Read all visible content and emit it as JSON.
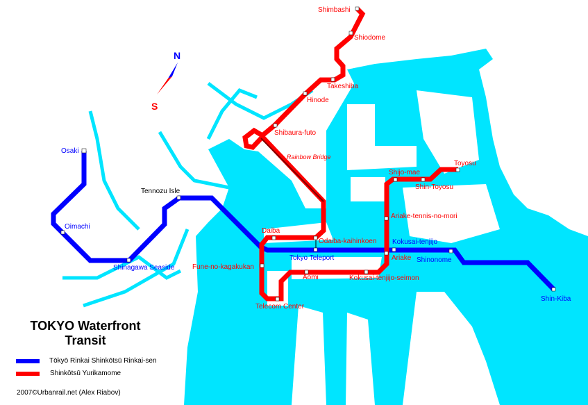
{
  "title": [
    "TOKYO Waterfront",
    "Transit"
  ],
  "legend": [
    {
      "label": "Tōkyō Rinkai Shinkōtsū Rinkai-sen",
      "color": "#0000ff"
    },
    {
      "label": "Shinkōtsū Yurikamome",
      "color": "#ff0000"
    }
  ],
  "credit": "2007©Urbanrail.net (Alex Riabov)",
  "compass": {
    "north": "N",
    "south": "S"
  },
  "colors": {
    "water": "#00e5ff",
    "rinkai": "#0000ff",
    "yurikamome": "#ff0000"
  },
  "rinkai_stations": [
    "Osaki",
    "Oimachi",
    "Shinagawa Seaside",
    "Tennozu Isle",
    "Tokyo Teleport",
    "Kokusai-tenjijo",
    "Shinonome",
    "Shin-Kiba"
  ],
  "yurikamome_stations": [
    "Shimbashi",
    "Shiodome",
    "Takeshiba",
    "Hinode",
    "Shibaura-futo",
    "Odaiba-kaihinkoen",
    "Daiba",
    "Fune-no-kagakukan",
    "Telecom Center",
    "Aomi",
    "Kokusai-tenjijo-seimon",
    "Ariake",
    "Ariake-tennis-no-mori",
    "Shijo-mae",
    "Shin-Toyosu",
    "Toyosu"
  ],
  "feature_labels": {
    "rainbow_bridge": "Rainbow Bridge"
  }
}
